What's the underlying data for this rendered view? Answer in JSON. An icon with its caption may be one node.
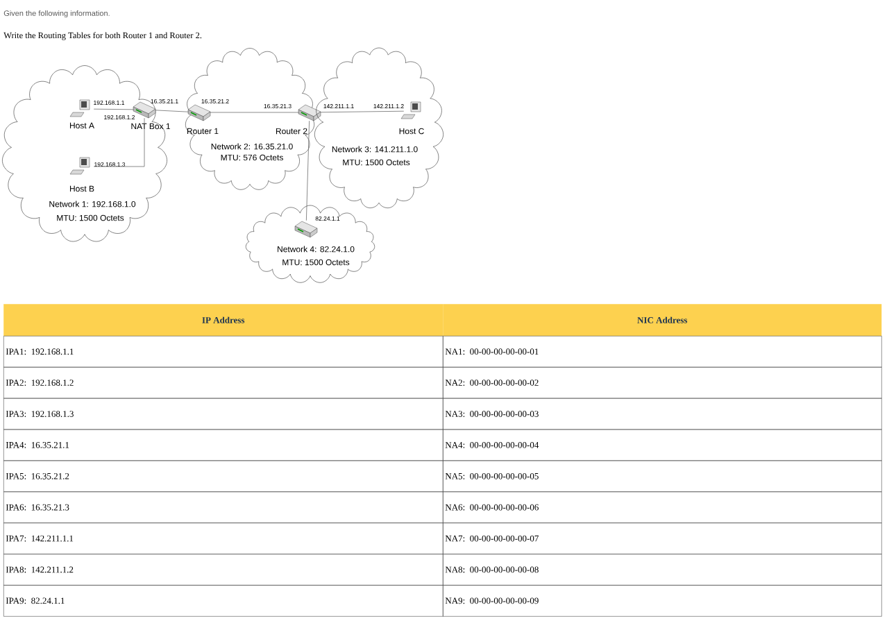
{
  "diagram": {
    "nodes": [
      {
        "text": [
          "Network 1: 192.168.1.0",
          "MTU: 1500 Octets"
        ]
      },
      {
        "text": [
          "Host A"
        ],
        "in": 0,
        "beside": [
          "192.168.1.1"
        ]
      },
      {
        "text": [
          "NAT Box 1"
        ],
        "in": 0,
        "beside": [
          "192.168.1.2",
          "16.35.21.1"
        ]
      },
      {
        "text": [
          "Host B"
        ],
        "in": 0,
        "beside": [
          "192.168.1.3"
        ]
      },
      {
        "text": [
          "Network 2: 16.35.21.0",
          "MTU: 576 Octets"
        ]
      },
      {
        "text": [
          "Router 1"
        ],
        "in": 4,
        "beside": [
          "16.35.21.2"
        ]
      },
      {
        "text": [
          "Router 2"
        ],
        "in": 4,
        "beside": [
          "16.35.21.3",
          "142.211.1.1"
        ]
      },
      {
        "text": [
          "Network 3: 141.211.1.0",
          "MTU: 1500 Octets"
        ]
      },
      {
        "text": [
          "Host C"
        ],
        "in": 7,
        "beside": [
          "142.211.1.2"
        ]
      },
      {
        "text": [
          "Network 4: 82.24.1.0",
          "MTU: 1500 Octets"
        ]
      },
      {
        "text": [],
        "shape": "picture",
        "in": 9,
        "beside": [
          "82.24.1.1"
        ]
      }
    ],
    "edges": [
      {
        "from": 1,
        "to": 2,
        "arrow": "none"
      },
      {
        "from": 2,
        "to": 3,
        "arrow": "none"
      },
      {
        "from": 2,
        "to": 5,
        "arrow": "none"
      },
      {
        "from": 5,
        "to": 6,
        "arrow": "none"
      },
      {
        "from": 6,
        "to": 8,
        "arrow": "none"
      },
      {
        "from": 6,
        "to": 10,
        "arrow": "none"
      }
    ],
    "labels": [
      "Given the following information.",
      "Write the Routing Tables for both Router 1 and Router 2.",
      "IP Address",
      "NIC Address",
      "IPA1: 192.168.1.1",
      "NA1: 00-00-00-00-00-01",
      "IPA2: 192.168.1.2",
      "NA2: 00-00-00-00-00-02",
      "IPA3: 192.168.1.3",
      "NA3: 00-00-00-00-00-03",
      "IPA4: 16.35.21.1",
      "NA4: 00-00-00-00-00-04",
      "IPA5: 16.35.21.2",
      "NA5: 00-00-00-00-00-05",
      "IPA6: 16.35.21.3",
      "NA6: 00-00-00-00-00-06",
      "IPA7: 142.211.1.1",
      "NA7: 00-00-00-00-00-07",
      "IPA8: 142.211.1.2",
      "NA8: 00-00-00-00-00-08",
      "IPA9: 82.24.1.1",
      "NA9: 00-00-00-00-00-09"
    ]
  }
}
